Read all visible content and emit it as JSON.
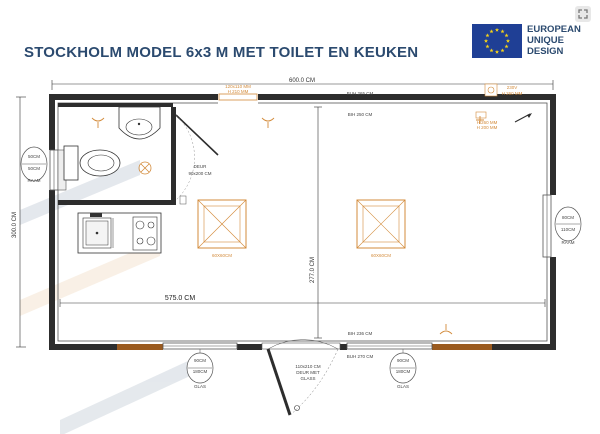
{
  "title": "STOCKHOLM MODEL 6x3 M MET TOILET EN KEUKEN",
  "badge": {
    "lines": [
      "EUROPEAN",
      "UNIQUE",
      "DESIGN"
    ]
  },
  "dimensions": {
    "width_total": "600.0 CM",
    "height_total": "300.0 CM",
    "inner_width": "575.0 CM",
    "inner_height": "277.0 CM",
    "bih_top_left": "BUH 265 CM",
    "bih_top_inner": "BIH 250 CM",
    "bih_bottom_inner": "BIH 236 CM",
    "buh_bottom": "BUH 270 CM"
  },
  "labels": {
    "door_inner_1": "DEUR",
    "door_inner_2": "90x200  CM",
    "door_outer_1": "110x210  CM",
    "door_outer_2": "DEUR  MET",
    "door_outer_3": "GLASS",
    "light_left": "60X60CM",
    "light_right": "60X60CM",
    "window_left_1": "50CM",
    "window_left_2": "50CM",
    "window_left_3": "RAAM",
    "window_right_1": "80CM",
    "window_right_2": "110CM",
    "window_right_3": "RAAM",
    "window_bl_1": "90CM",
    "window_bl_2": "180CM",
    "window_bl_3": "GLAS",
    "window_br_1": "90CM",
    "window_br_2": "180CM",
    "window_br_3": "GLAS",
    "socket_top_1": "120x110 MM",
    "socket_top_2": "H 210 MM",
    "socket_right_1": "230V",
    "socket_right_2": "H 260 MM",
    "socket_mid_1": "H 260 MM",
    "socket_mid_2": "H 200 MM"
  },
  "colors": {
    "title": "#2b4a6f",
    "wall": "#2d2d2d",
    "accent": "#d38b3b",
    "eu_blue": "#1f3f95",
    "eu_star": "#f7d417"
  }
}
